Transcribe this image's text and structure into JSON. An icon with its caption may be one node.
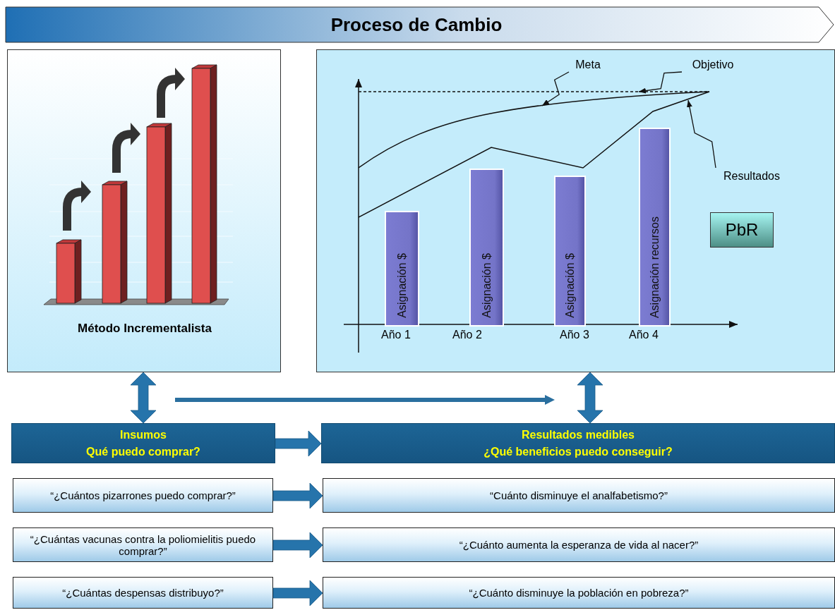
{
  "diagram": {
    "title": "Proceso de Cambio",
    "nodes": [
      {
        "text": [
          "Método Incrementalista"
        ]
      },
      {
        "text": [],
        "shape": "box"
      },
      {
        "text": [
          "Asignación $"
        ],
        "in": 1
      },
      {
        "text": [
          "Asignación $"
        ],
        "in": 1
      },
      {
        "text": [
          "Asignación $"
        ],
        "in": 1
      },
      {
        "text": [
          "Asignación recursos"
        ],
        "in": 1
      },
      {
        "text": [
          "Meta"
        ],
        "in": 1
      },
      {
        "text": [
          "Objetivo"
        ],
        "in": 1
      },
      {
        "text": [
          "Resultados"
        ],
        "in": 1
      },
      {
        "text": [
          "PbR"
        ],
        "in": 1
      },
      {
        "text": [
          "Insumos",
          "Qué puedo comprar?"
        ]
      },
      {
        "text": [
          "Resultados medibles",
          "¿Qué beneficios puedo conseguir?"
        ]
      },
      {
        "text": [
          "“¿Cuántos pizarrones puedo comprar?”"
        ]
      },
      {
        "text": [
          "“Cuánto disminuye el analfabetismo?”"
        ]
      },
      {
        "text": [
          "“¿Cuántas vacunas contra la poliomielitis puedo comprar?”"
        ]
      },
      {
        "text": [
          "“¿Cuánto aumenta la esperanza de vida al nacer?”"
        ]
      },
      {
        "text": [
          "“¿Cuántas despensas distribuyo?”"
        ]
      },
      {
        "text": [
          "“¿Cuánto disminuye la población en pobreza?”"
        ]
      }
    ],
    "edges": [
      {
        "from": 6,
        "to": null,
        "arrow": "to",
        "color": "#111111"
      },
      {
        "from": 7,
        "to": null,
        "arrow": "to",
        "color": "#111111"
      },
      {
        "from": 8,
        "to": null,
        "arrow": "to",
        "color": "#111111"
      },
      {
        "from": 0,
        "to": 10,
        "arrow": "both",
        "style": "thick"
      },
      {
        "from": 1,
        "to": 11,
        "arrow": "both",
        "style": "thick"
      },
      {
        "from": 10,
        "to": 11,
        "arrow": "to",
        "style": "thick"
      },
      {
        "from": 12,
        "to": 13,
        "arrow": "to",
        "style": "thick"
      },
      {
        "from": 14,
        "to": 15,
        "arrow": "to",
        "style": "thick"
      },
      {
        "from": 16,
        "to": 17,
        "arrow": "to",
        "style": "thick"
      }
    ],
    "labels": [
      "Año 1",
      "Año 2",
      "Año 3",
      "Año 4"
    ]
  }
}
